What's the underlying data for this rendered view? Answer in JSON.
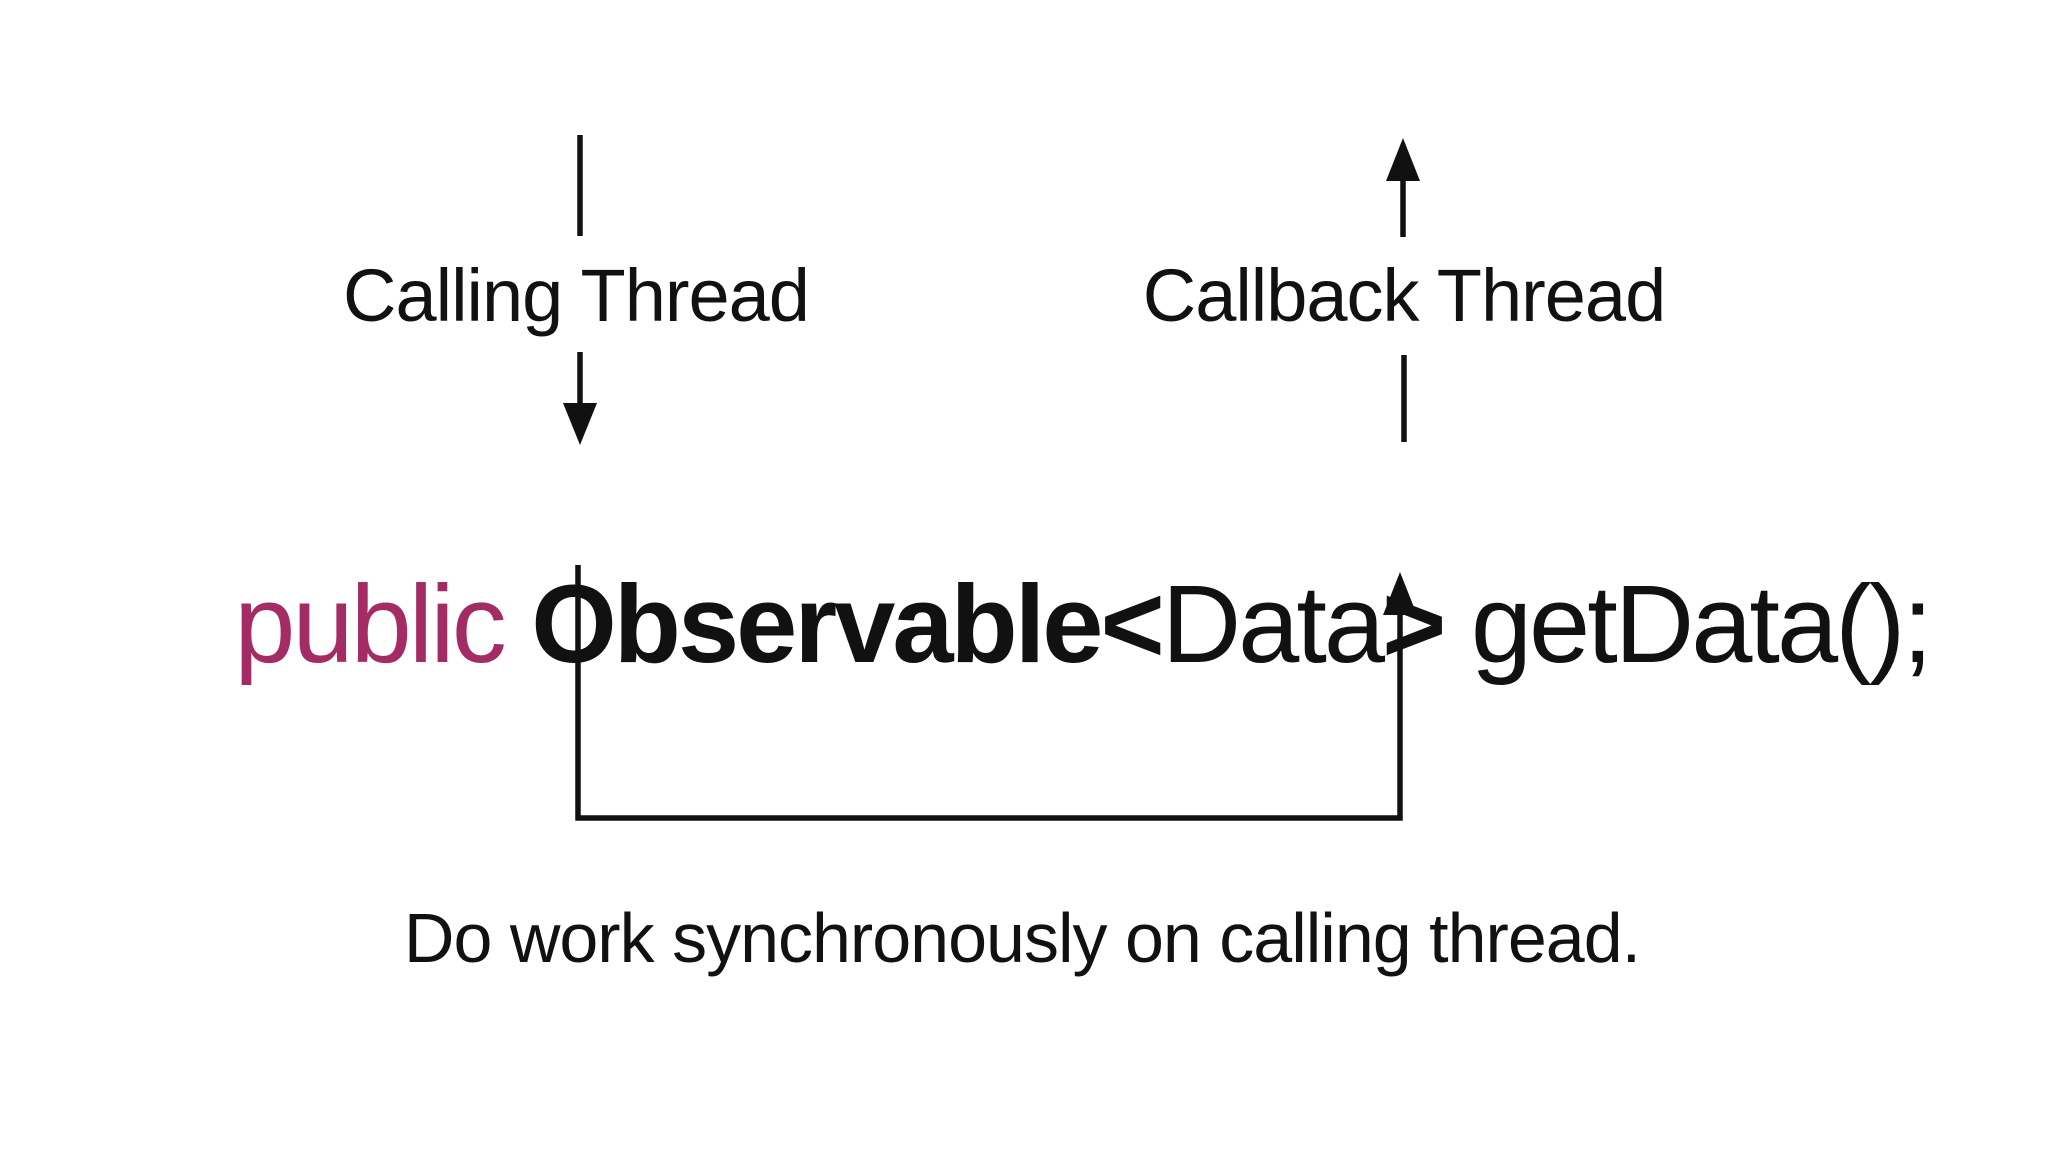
{
  "slide": {
    "labels": {
      "calling_thread": "Calling Thread",
      "callback_thread": "Callback Thread"
    },
    "code": {
      "keyword": "public ",
      "class_name": "Observable",
      "generic_open": "<",
      "generic_type": "Data",
      "generic_close": ">",
      "method_call": " getData();"
    },
    "caption": "Do work synchronously on calling thread.",
    "colors": {
      "keyword_color": "#a32c64",
      "ink_color": "#111111",
      "background": "#ffffff"
    },
    "icons": {
      "calling_arrow": "arrow-down-icon",
      "callback_arrow": "arrow-up-icon",
      "sync_loop_arrow": "u-loop-arrow-icon"
    }
  }
}
